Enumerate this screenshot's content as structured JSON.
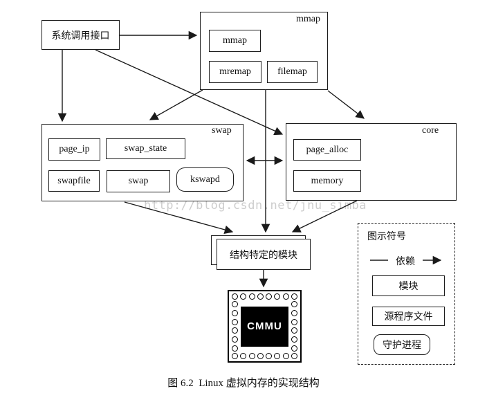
{
  "figure": {
    "caption": "图 6.2  Linux 虚拟内存的实现结构",
    "watermark": "http://blog.csdn.net/jnu_simba",
    "nodes": {
      "syscall": "系统调用接口",
      "mmap_group": "mmap",
      "mmap": "mmap",
      "mremap": "mremap",
      "filemap": "filemap",
      "swap_group": "swap",
      "page_ip": "page_ip",
      "swap_state": "swap_state",
      "swapfile": "swapfile",
      "swap": "swap",
      "kswapd": "kswapd",
      "core_group": "core",
      "page_alloc": "page_alloc",
      "memory": "memory",
      "arch_module": "结构特定的模块",
      "cmmu": "CMMU"
    },
    "legend": {
      "title": "图示符号",
      "dependency": "依赖",
      "module": "模块",
      "source_file": "源程序文件",
      "daemon": "守护进程"
    },
    "colors": {
      "line": "#1a1a1a",
      "watermark": "#cdcdcd",
      "chip_fill": "#000000",
      "chip_text": "#ffffff"
    }
  }
}
